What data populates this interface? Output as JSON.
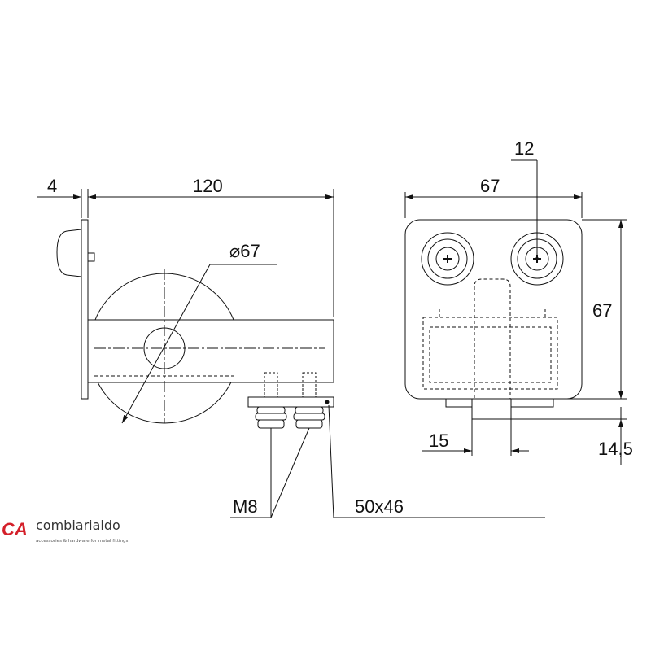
{
  "drawing": {
    "side_view": {
      "plate_thickness": "4",
      "arm_length": "120",
      "wheel_diameter": "⌀67",
      "bolt_label": "M8",
      "bracket_plate": "50x46"
    },
    "front_view": {
      "wheel_spacing_top": "12",
      "width": "67",
      "height": "67",
      "nub_width": "15",
      "nub_height": "14,5"
    }
  },
  "logo": {
    "mark": "CA",
    "brand": "combiarialdo",
    "tagline": "accessories & hardware for metal fittings"
  },
  "colors": {
    "line": "#111111",
    "brand": "#d4202a"
  }
}
